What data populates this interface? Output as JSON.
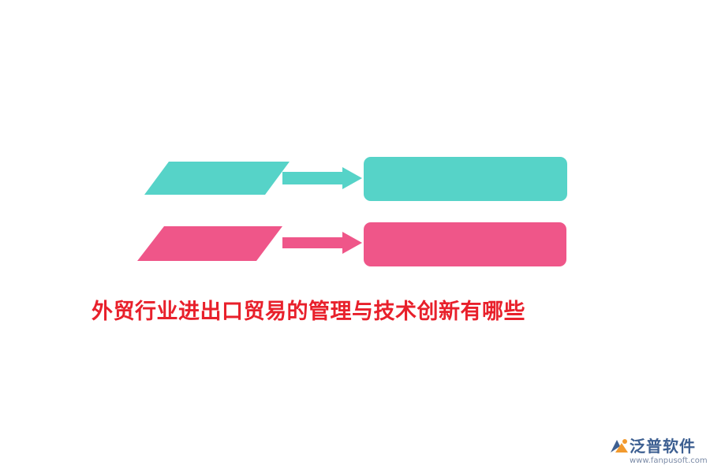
{
  "headline": "外贸行业进出口贸易的管理与技术创新有哪些",
  "colors": {
    "teal": "#56d3c8",
    "pink": "#ef5689",
    "headline": "#e8202b",
    "logo_text": "#3d5f91",
    "logo_orange": "#f29a2e"
  },
  "diagram": {
    "rows": [
      {
        "name": "row-teal",
        "color_key": "teal",
        "label": ""
      },
      {
        "name": "row-pink",
        "color_key": "pink",
        "label": ""
      }
    ]
  },
  "logo": {
    "name": "泛普软件",
    "url": "www.fanpusoft.com",
    "icon": "fanpu-logo-icon"
  }
}
